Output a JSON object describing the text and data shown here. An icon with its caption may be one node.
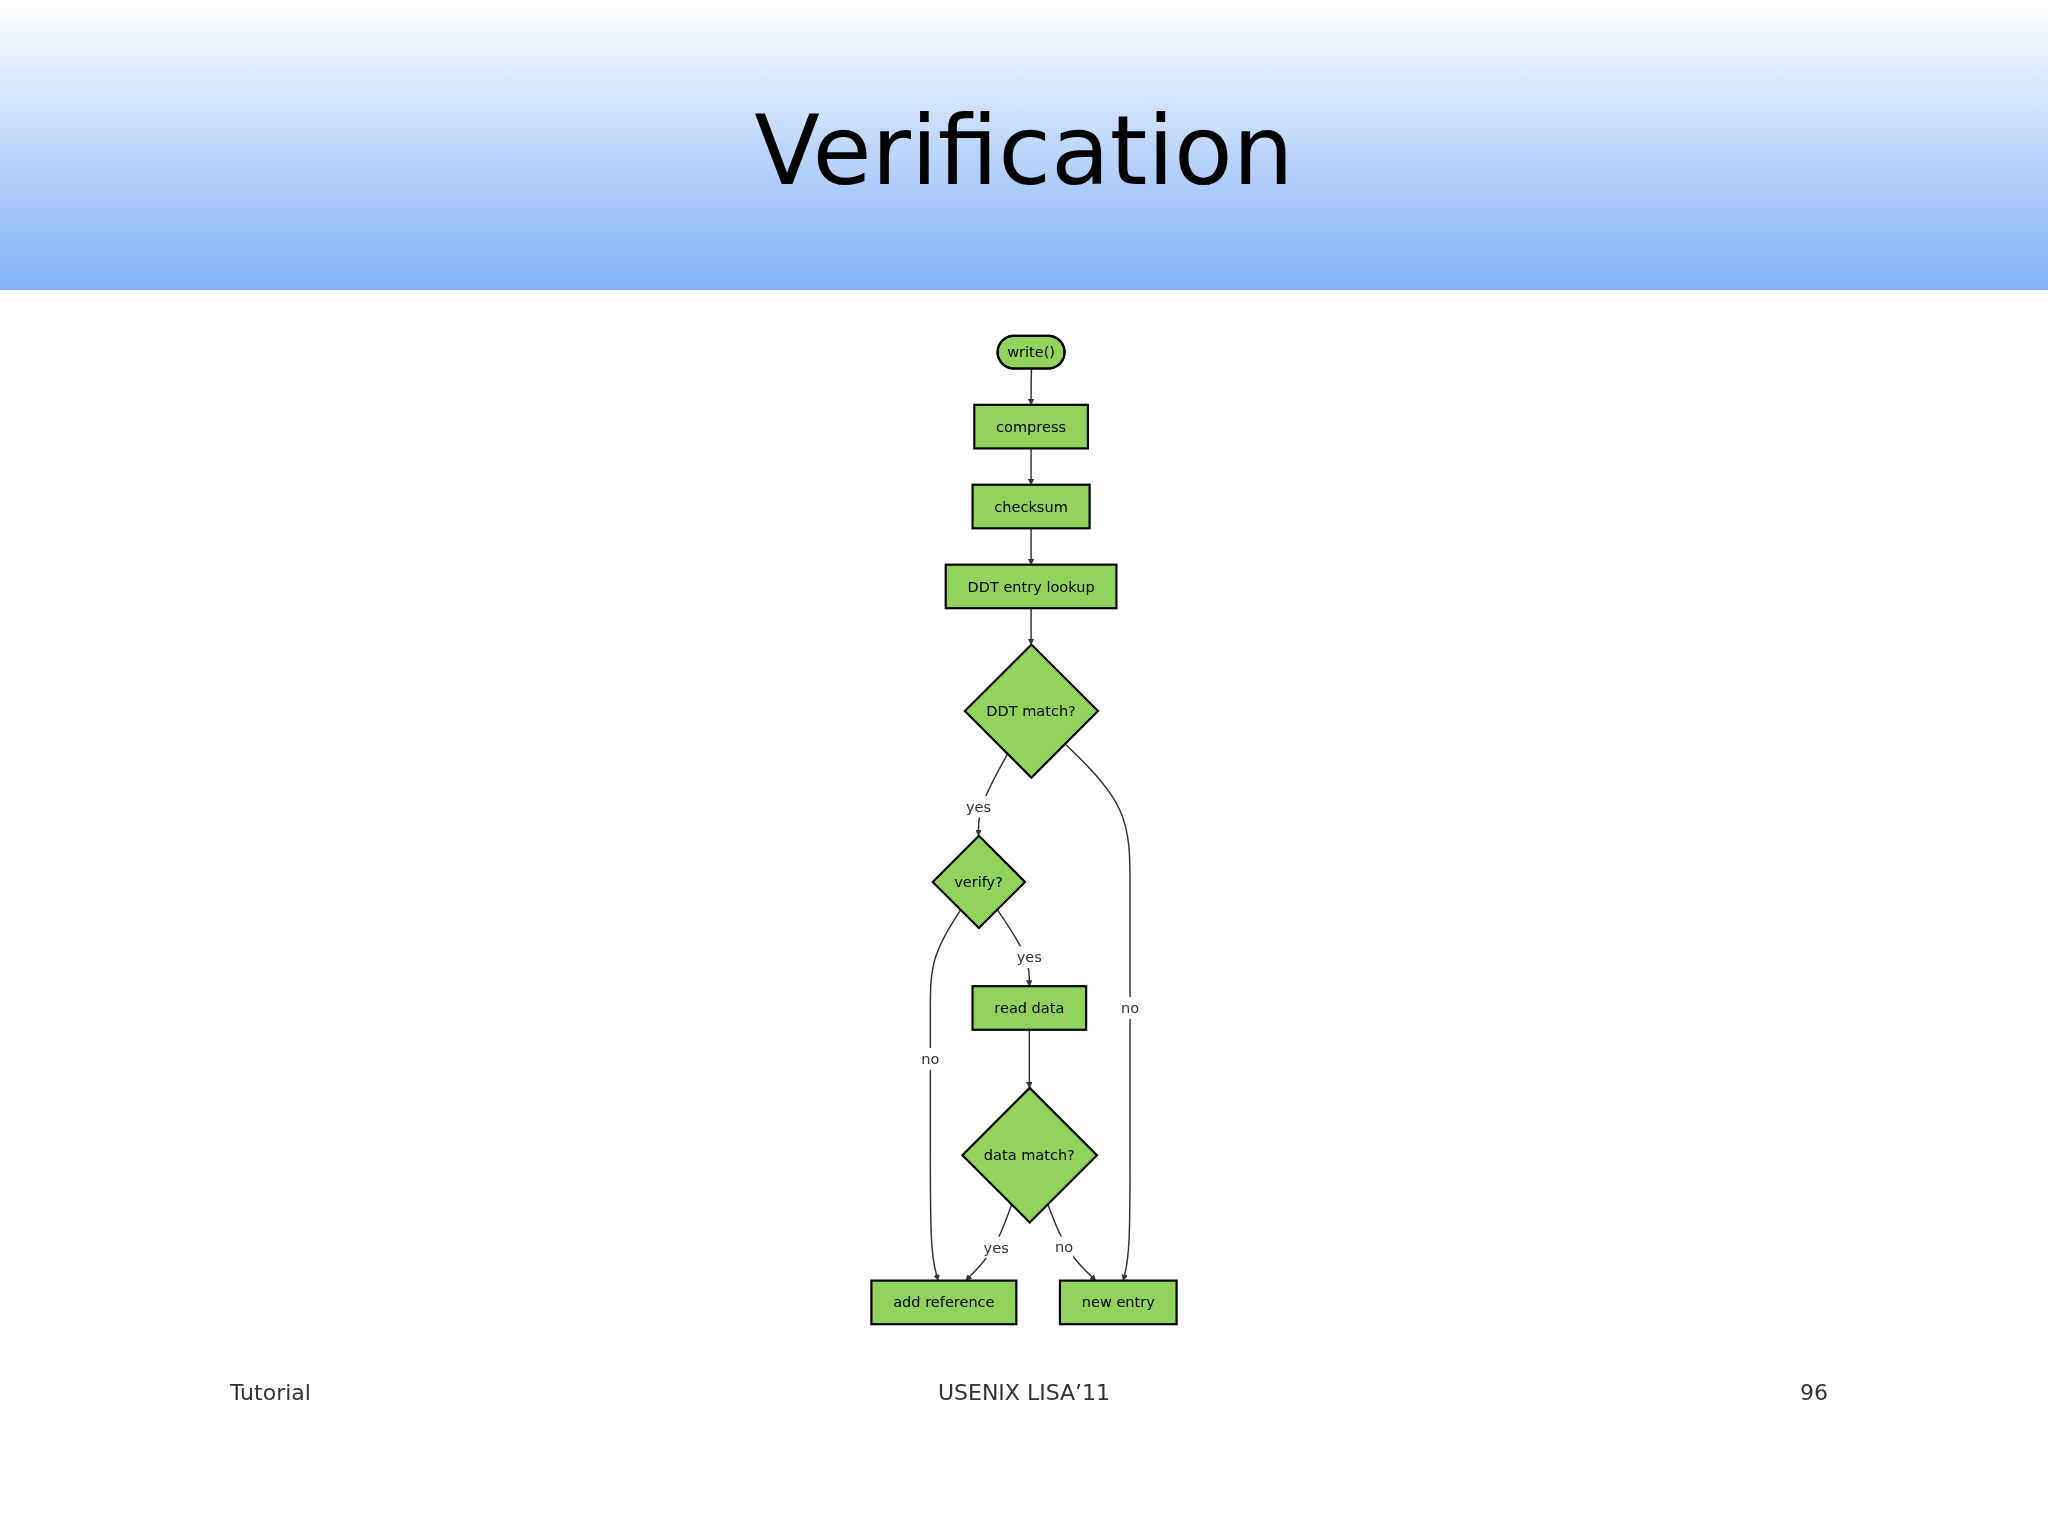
{
  "diagram": {
    "title": "Verification",
    "nodes": [
      {
        "text": [
          "write()"
        ]
      },
      {
        "text": [
          "compress"
        ]
      },
      {
        "text": [
          "checksum"
        ]
      },
      {
        "text": [
          "DDT entry lookup"
        ]
      },
      {
        "text": [
          "DDT match?"
        ]
      },
      {
        "text": [
          "verify?"
        ]
      },
      {
        "text": [
          "read data"
        ]
      },
      {
        "text": [
          "data match?"
        ]
      },
      {
        "text": [
          "add reference"
        ]
      },
      {
        "text": [
          "new entry"
        ]
      }
    ],
    "edges": [
      {
        "from": 0,
        "to": 1,
        "arrow": "to"
      },
      {
        "from": 1,
        "to": 2,
        "arrow": "to"
      },
      {
        "from": 2,
        "to": 3,
        "arrow": "to"
      },
      {
        "from": 3,
        "to": 4,
        "arrow": "to"
      },
      {
        "from": 4,
        "to": 5,
        "arrow": "to",
        "label": "yes"
      },
      {
        "from": 4,
        "to": 9,
        "arrow": "to",
        "label": "no"
      },
      {
        "from": 5,
        "to": 8,
        "arrow": "to",
        "label": "no"
      },
      {
        "from": 5,
        "to": 6,
        "arrow": "to",
        "label": "yes"
      },
      {
        "from": 6,
        "to": 7,
        "arrow": "to"
      },
      {
        "from": 7,
        "to": 8,
        "arrow": "to",
        "label": "yes"
      },
      {
        "from": 7,
        "to": 9,
        "arrow": "to",
        "label": "no"
      }
    ],
    "labels": [
      "Tutorial",
      "USENIX LISA’11",
      "96"
    ]
  }
}
